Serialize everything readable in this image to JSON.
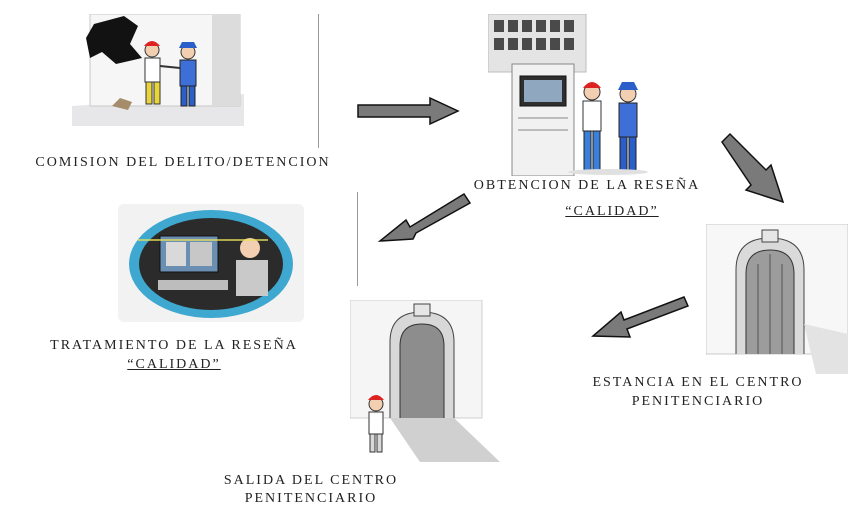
{
  "steps": {
    "arrest": {
      "label": "COMISION DEL DELITO/DETENCION"
    },
    "record": {
      "label": "OBTENCION DE LA RESEÑA",
      "quality": "“CALIDAD”"
    },
    "processing": {
      "label": "TRATAMIENTO DE LA RESEÑA",
      "quality": "“CALIDAD”"
    },
    "prison_stay": {
      "line1": "ESTANCIA EN EL CENTRO",
      "line2": "PENITENCIARIO"
    },
    "release": {
      "line1": "SALIDA DEL CENTRO",
      "line2": "PENITENCIARIO"
    }
  },
  "colors": {
    "arrow": "#7a7a7a",
    "arrow_outline": "#111111",
    "text": "#222222"
  }
}
